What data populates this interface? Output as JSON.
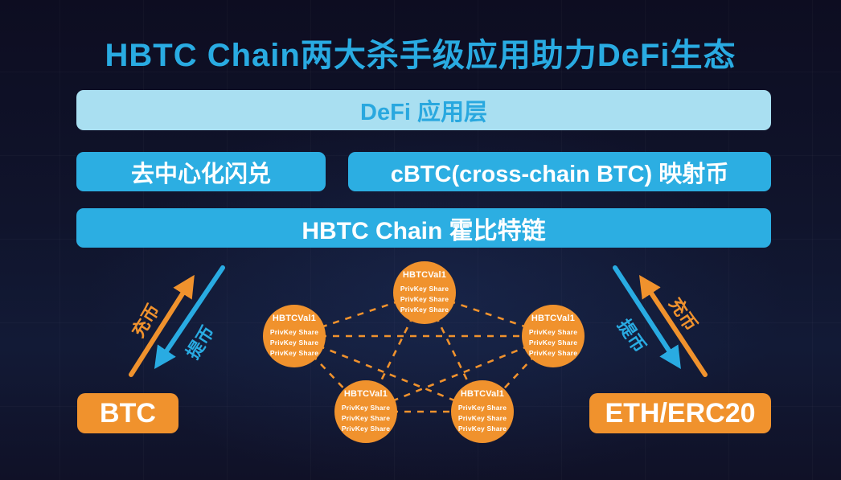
{
  "title": "HBTC Chain两大杀手级应用助力DeFi生态",
  "layers": {
    "defi_label": "DeFi 应用层",
    "swap_label": "去中心化闪兑",
    "cbtc_label": "cBTC(cross-chain BTC) 映射币",
    "chain_label": "HBTC Chain 霍比特链"
  },
  "validators": [
    {
      "name": "HBTCVal1",
      "shares": [
        "PrivKey Share",
        "PrivKey Share",
        "PrivKey Share"
      ]
    },
    {
      "name": "HBTCVal1",
      "shares": [
        "PrivKey Share",
        "PrivKey Share",
        "PrivKey Share"
      ]
    },
    {
      "name": "HBTCVal1",
      "shares": [
        "PrivKey Share",
        "PrivKey Share",
        "PrivKey Share"
      ]
    },
    {
      "name": "HBTCVal1",
      "shares": [
        "PrivKey Share",
        "PrivKey Share",
        "PrivKey Share"
      ]
    },
    {
      "name": "HBTCVal1",
      "shares": [
        "PrivKey Share",
        "PrivKey Share",
        "PrivKey Share"
      ]
    }
  ],
  "flows": {
    "deposit": "充币",
    "withdraw": "提币"
  },
  "endpoints": {
    "left": "BTC",
    "right": "ETH/ERC20"
  },
  "colors": {
    "accent_blue": "#29abe2",
    "pale_blue": "#a9dff1",
    "orange": "#f0922d",
    "background": "#0e0e24",
    "white": "#ffffff"
  }
}
